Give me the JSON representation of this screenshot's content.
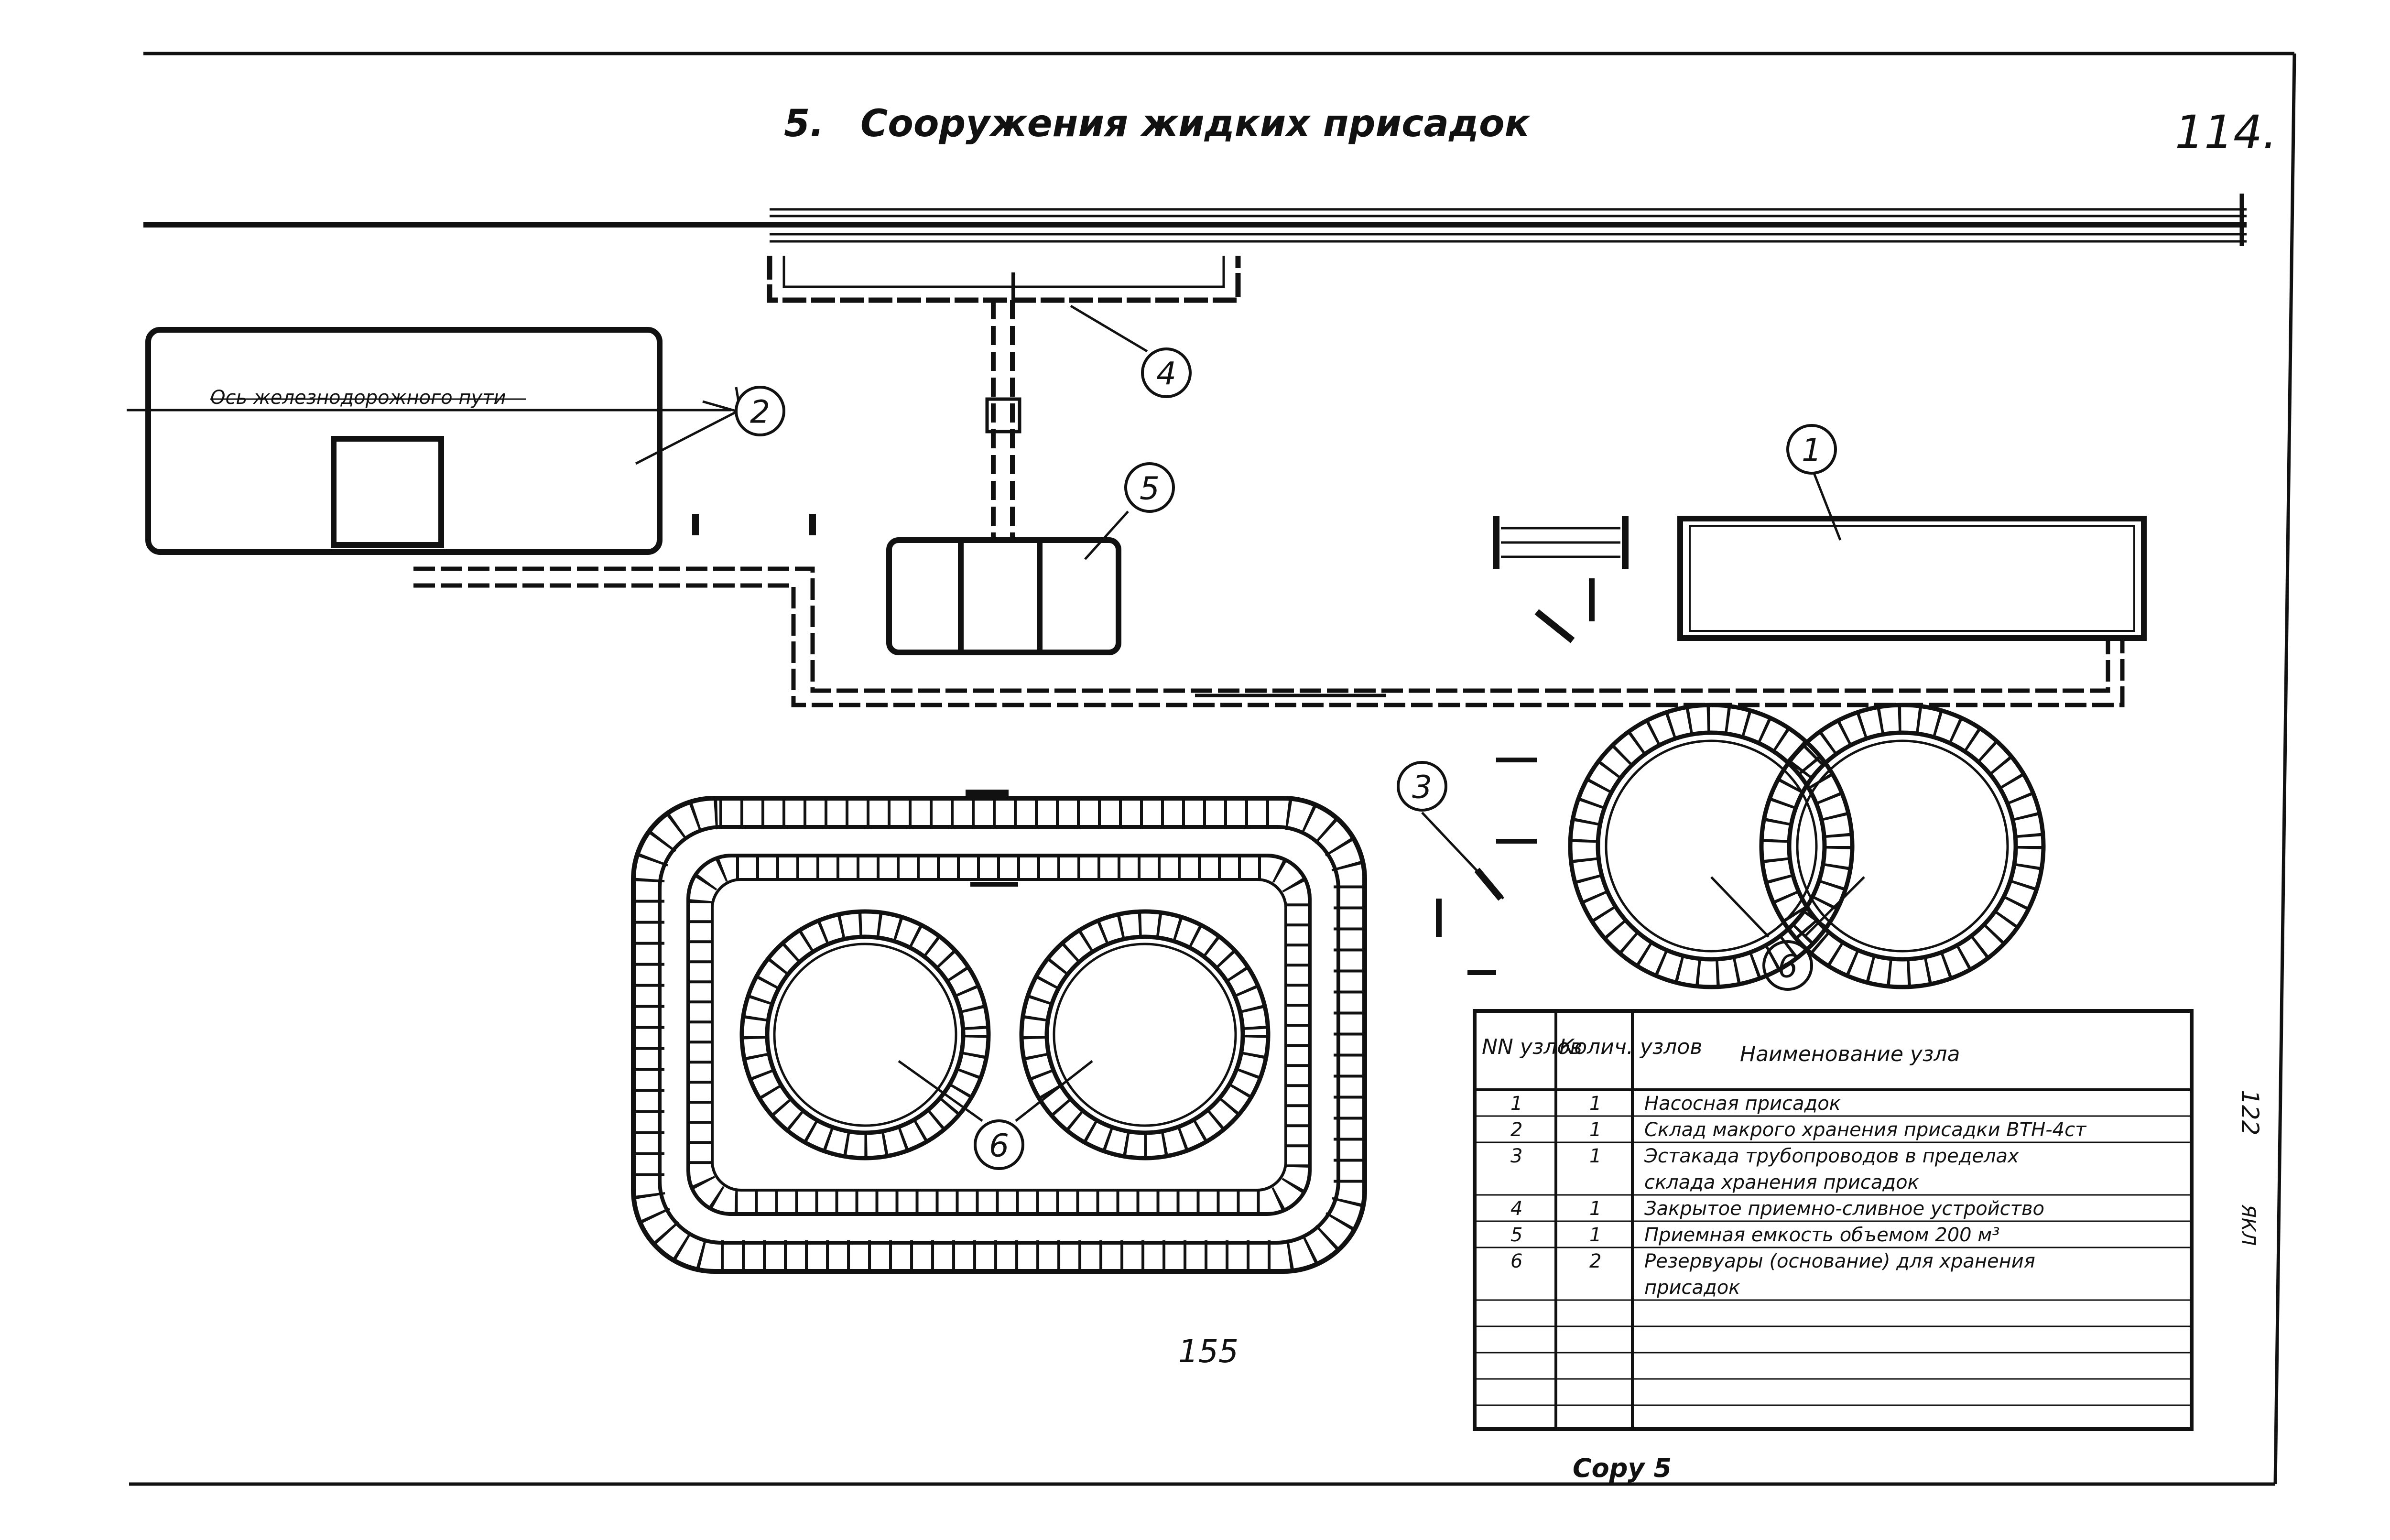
{
  "sheet": {
    "title_prefix": "5.",
    "title": "Сооружения жидких присадок",
    "sheet_mark": "114.",
    "page_number": "155",
    "bottom_stamp": "Copy 5",
    "side_note_1": "122",
    "side_note_2": "ЯКЛ"
  },
  "rail_label": "Ось железнодорожного пути",
  "callouts": [
    "1",
    "2",
    "3",
    "4",
    "5",
    "6"
  ],
  "legend_table": {
    "headers": {
      "node_numbers": "NN узлов",
      "node_count": "Колич. узлов",
      "node_name": "Наименование узла"
    },
    "rows": [
      {
        "num": "1",
        "count": "1",
        "name_lines": [
          "Насосная присадок"
        ]
      },
      {
        "num": "2",
        "count": "1",
        "name_lines": [
          "Склад макрого хранения присадки ВТН-4ст"
        ]
      },
      {
        "num": "3",
        "count": "1",
        "name_lines": [
          "Эстакада трубопроводов в пределах",
          "склада хранения присадок"
        ]
      },
      {
        "num": "4",
        "count": "1",
        "name_lines": [
          "Закрытое приемно-сливное устройство"
        ]
      },
      {
        "num": "5",
        "count": "1",
        "name_lines": [
          "Приемная емкость объемом 200 м³"
        ]
      },
      {
        "num": "6",
        "count": "2",
        "name_lines": [
          "Резервуары (основание) для хранения",
          "присадок"
        ]
      }
    ]
  }
}
